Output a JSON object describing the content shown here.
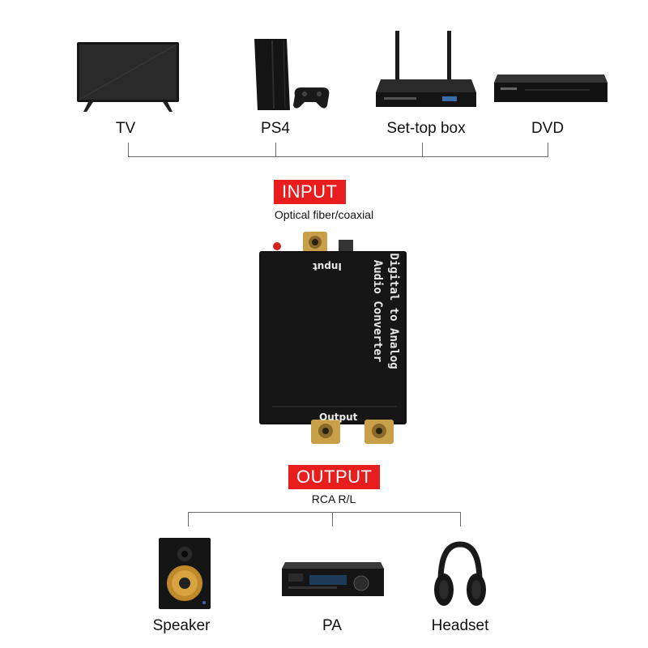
{
  "sources": [
    {
      "label": "TV",
      "icon": "tv-icon"
    },
    {
      "label": "PS4",
      "icon": "game-console-icon"
    },
    {
      "label": "Set-top box",
      "icon": "set-top-box-icon"
    },
    {
      "label": "DVD",
      "icon": "dvd-player-icon"
    }
  ],
  "input": {
    "badge": "INPUT",
    "subtitle": "Optical fiber/coaxial"
  },
  "converter": {
    "title_line1": "Digital to Analog",
    "title_line2": "Audio Converter",
    "input_label": "Input",
    "output_label": "Output"
  },
  "output": {
    "badge": "OUTPUT",
    "subtitle": "RCA R/L"
  },
  "destinations": [
    {
      "label": "Speaker",
      "icon": "speaker-icon"
    },
    {
      "label": "PA",
      "icon": "amplifier-icon"
    },
    {
      "label": "Headset",
      "icon": "headphones-icon"
    }
  ],
  "colors": {
    "badge": "#e81d1d",
    "connector_line": "#6b6b6b",
    "device_body": "#111111",
    "gold": "#c9a04a"
  }
}
